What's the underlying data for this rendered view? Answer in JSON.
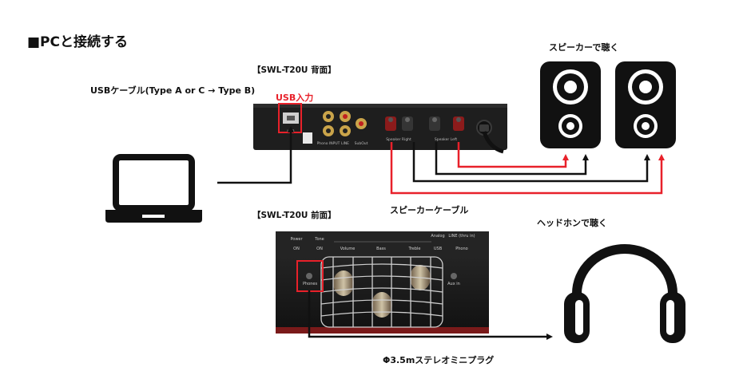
{
  "title": "■PCと接続する",
  "labels": {
    "rear_view": "【SWL-T20U 背面】",
    "front_view": "【SWL-T20U 前面】",
    "usb_cable": "USBケーブル(Type A or C → Type B)",
    "usb_input": "USB入力",
    "speaker_listen": "スピーカーで聴く",
    "speaker_cable": "スピーカーケーブル",
    "headphone_listen": "ヘッドホンで聴く",
    "mini_plug": "Φ3.5mステレオミニプラグ"
  },
  "rear_panel": {
    "port_usb": "USB",
    "port_phono": "Phono INPUT",
    "port_line": "LINE",
    "port_sub": "SubOut",
    "port_speaker_right": "Speaker Right",
    "port_speaker_left": "Speaker Left"
  },
  "front_panel": {
    "power": "Power",
    "power_state": "ON",
    "tone": "Tone",
    "tone_state": "ON",
    "volume": "Volume",
    "bass": "Bass",
    "treble": "Treble",
    "analog": "Analog",
    "usb": "USB",
    "line_phono": "LINE (thru in)",
    "phono": "Phono",
    "phones": "Phones",
    "aux_in": "Aux in"
  },
  "colors": {
    "red": "#e8212a",
    "black": "#111111",
    "device_body": "#1e1e1e"
  }
}
